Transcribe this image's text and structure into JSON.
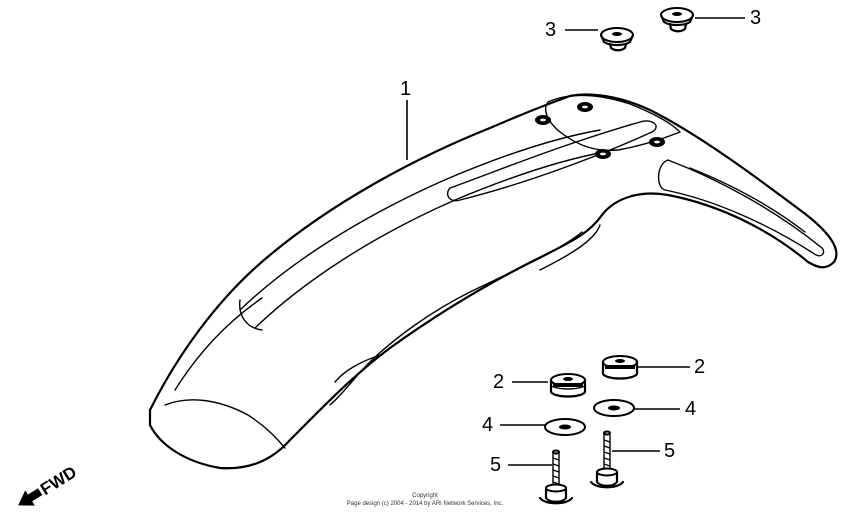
{
  "callouts": {
    "fender": "1",
    "grommet_left": "2",
    "grommet_right": "2",
    "cap_left": "3",
    "cap_right": "3",
    "washer_left": "4",
    "washer_right": "4",
    "bolt_left": "5",
    "bolt_right": "5"
  },
  "direction_label": "FWD",
  "copyright": {
    "line1": "Copyright",
    "line2": "Page design (c) 2004 - 2014 by ARI Network Services, Inc."
  },
  "icons": {
    "direction": "fwd-arrow-icon"
  }
}
